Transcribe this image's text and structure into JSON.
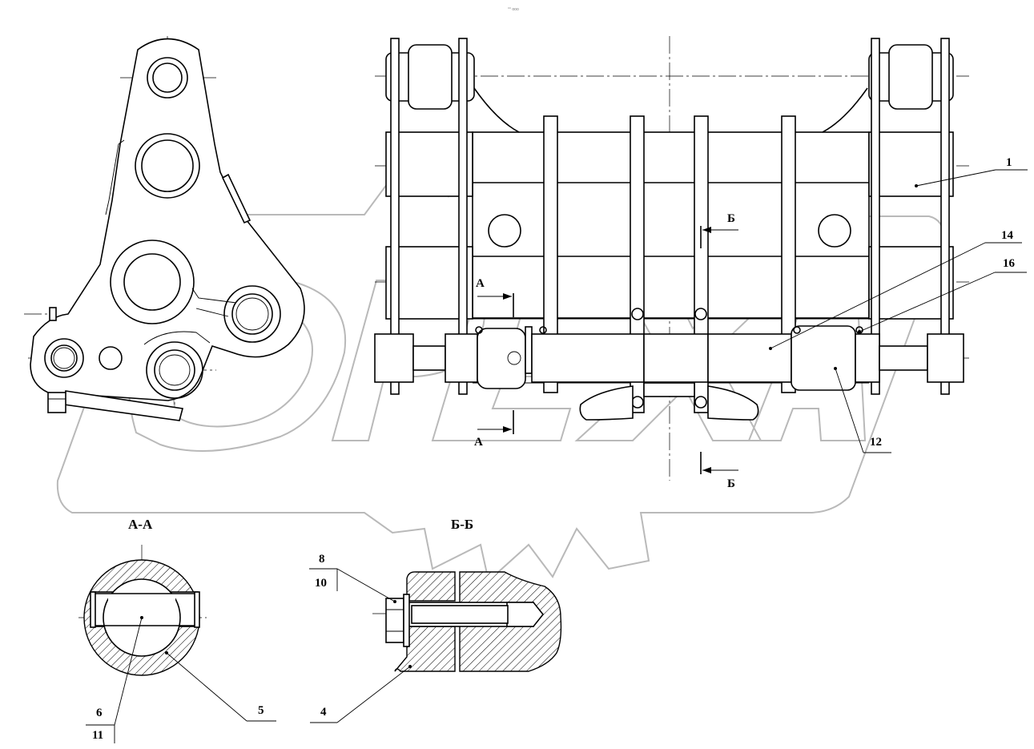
{
  "watermark_text": "OPEX",
  "header_mark": "°° ooo",
  "sections": {
    "aa_title": "А-А",
    "bb_title": "Б-Б",
    "cut_a_top": "А",
    "cut_a_bottom": "А",
    "cut_b_top": "Б",
    "cut_b_bottom": "Б"
  },
  "callouts": {
    "c1": "1",
    "c14": "14",
    "c16": "16",
    "c12": "12",
    "c8": "8",
    "c10": "10",
    "c4": "4",
    "c5": "5",
    "c6": "6",
    "c11": "11"
  }
}
